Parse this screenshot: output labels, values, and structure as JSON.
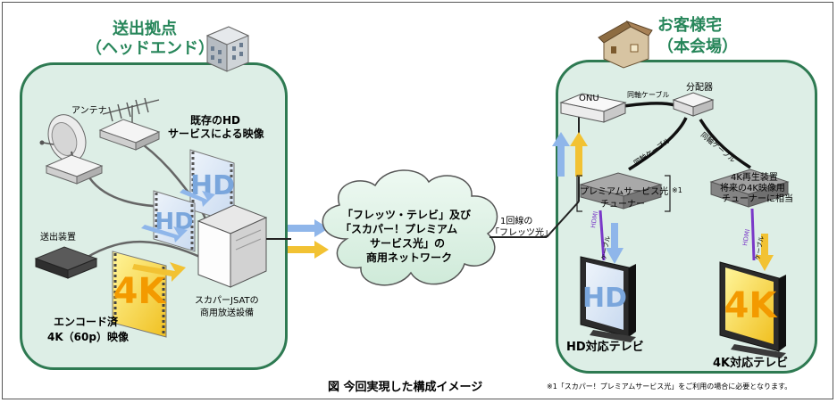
{
  "headend": {
    "title_line1": "送出拠点",
    "title_line2": "（ヘッドエンド）",
    "antenna_label": "アンテナ",
    "existing_hd_line1": "既存のHD",
    "existing_hd_line2": "サービスによる映像",
    "transmitter_label": "送出装置",
    "encoded_line1": "エンコード済",
    "encoded_line2": "4K（60p）映像",
    "broadcast_line1": "スカパーJSATの",
    "broadcast_line2": "商用放送設備",
    "hd_mark": "HD",
    "k4_mark": "4K"
  },
  "network": {
    "line1": "「フレッツ・テレビ」及び",
    "line2": "「スカパー！プレミアム",
    "line3": "サービス光」の",
    "line4": "商用ネットワーク"
  },
  "link": {
    "line1": "1回線の",
    "line2": "「フレッツ光」"
  },
  "customer": {
    "title_line1": "お客様宅",
    "title_line2": "（本会場）",
    "onu_label": "ONU",
    "coax_label": "同軸ケーブル",
    "splitter_label": "分配器",
    "tuner_line1": "プレミアムサービス光",
    "tuner_line2": "チューナー",
    "tuner_note": "※1",
    "player_line1": "4K再生装置",
    "player_line2": "将来の4K映像用",
    "player_line3": "チューナーに相当",
    "hdmi_label": "HDMI",
    "cable_label": "ケーブル",
    "hd_tv_label": "HD対応テレビ",
    "k4_tv_label": "4K対応テレビ",
    "hd_mark": "HD",
    "k4_mark": "4K"
  },
  "caption": "図 今回実現した構成イメージ",
  "footnote": "※1「スカパー！プレミアムサービス光」をご利用の場合に必要となります。",
  "colors": {
    "panel_border": "#2e7a52",
    "panel_fill": "#ddeee6",
    "title_green": "#27865a",
    "arrow_blue": "#8fb6ea",
    "arrow_yellow": "#f2c233",
    "hdmi_purple": "#7a39c8"
  }
}
